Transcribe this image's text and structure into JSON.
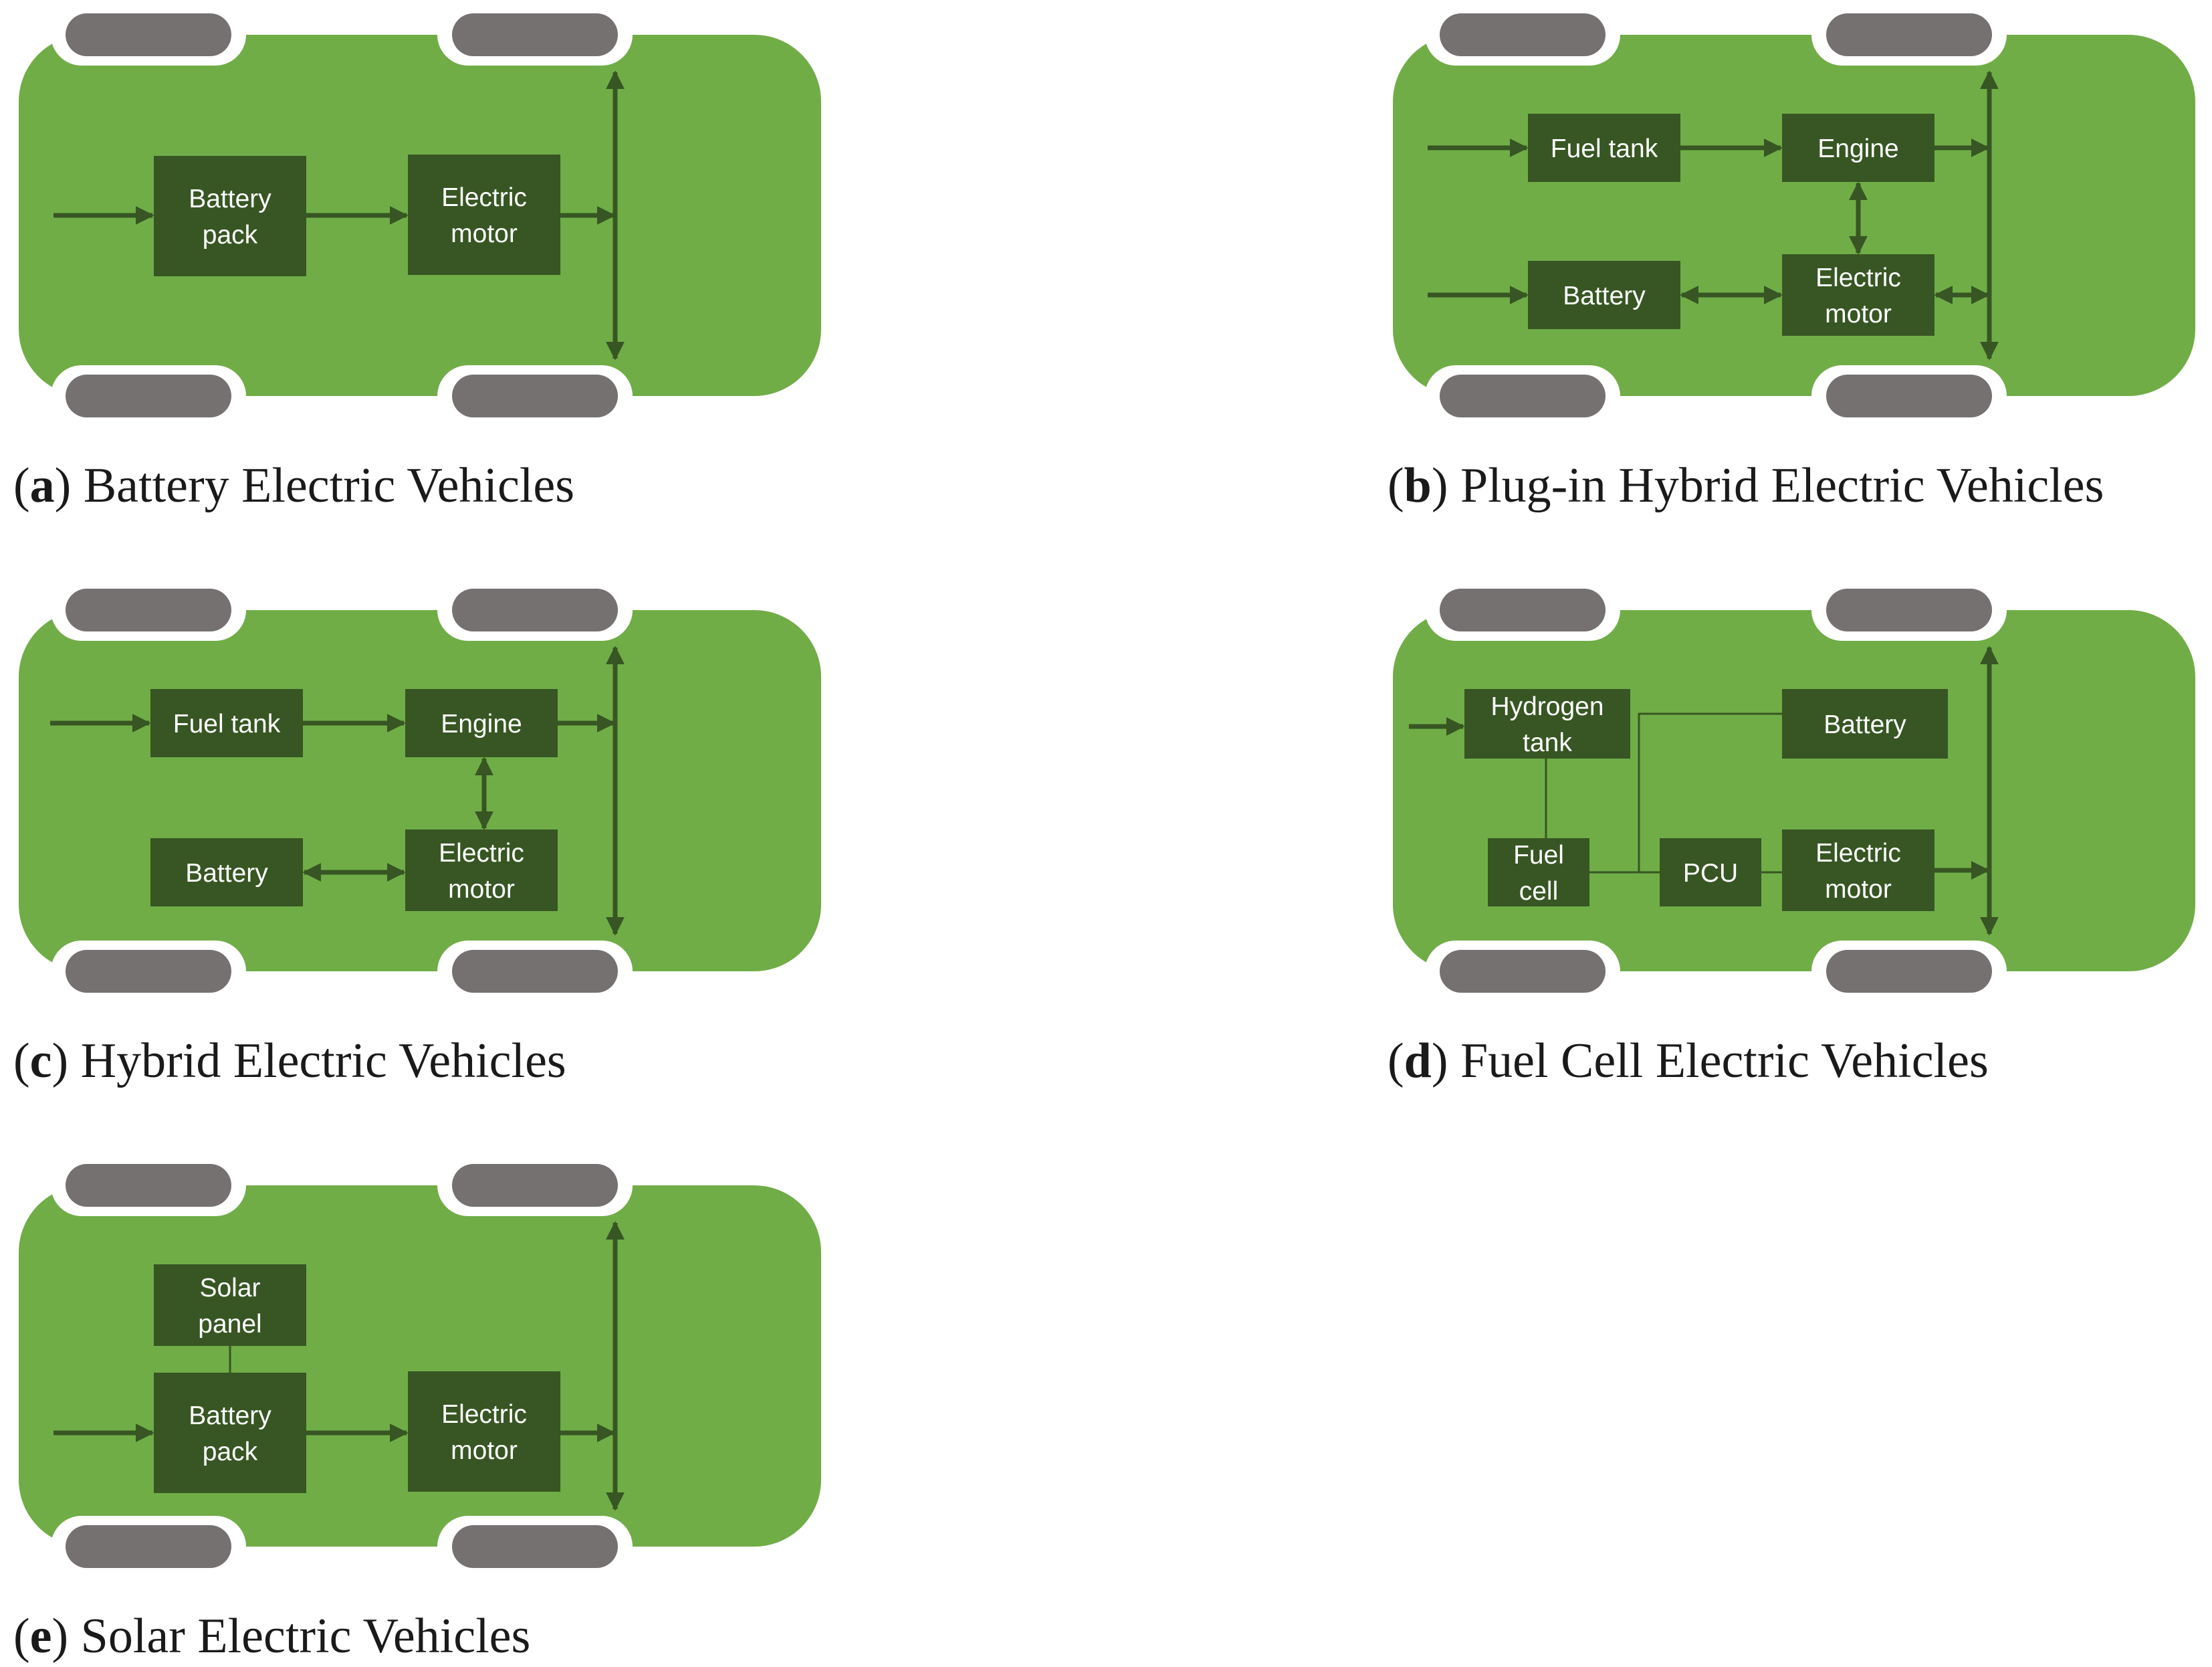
{
  "colors": {
    "car_body": "#70ad47",
    "block": "#375623",
    "arrow": "#375623",
    "wheel": "#767171",
    "text": "#ffffff"
  },
  "panels": [
    {
      "id": "a",
      "caption": {
        "letter": "a",
        "text": "Battery Electric Vehicles"
      },
      "blocks": [
        {
          "lines": [
            "Battery",
            "pack"
          ]
        },
        {
          "lines": [
            "Electric",
            "motor"
          ]
        }
      ]
    },
    {
      "id": "b",
      "caption": {
        "letter": "b",
        "text": "Plug-in Hybrid Electric Vehicles"
      },
      "blocks": [
        {
          "lines": [
            "Fuel tank"
          ]
        },
        {
          "lines": [
            "Engine"
          ]
        },
        {
          "lines": [
            "Battery"
          ]
        },
        {
          "lines": [
            "Electric",
            "motor"
          ]
        }
      ]
    },
    {
      "id": "c",
      "caption": {
        "letter": "c",
        "text": "Hybrid Electric Vehicles"
      },
      "blocks": [
        {
          "lines": [
            "Fuel tank"
          ]
        },
        {
          "lines": [
            "Engine"
          ]
        },
        {
          "lines": [
            "Battery"
          ]
        },
        {
          "lines": [
            "Electric",
            "motor"
          ]
        }
      ]
    },
    {
      "id": "d",
      "caption": {
        "letter": "d",
        "text": "Fuel Cell Electric Vehicles"
      },
      "blocks": [
        {
          "lines": [
            "Hydrogen",
            "tank"
          ]
        },
        {
          "lines": [
            "Battery"
          ]
        },
        {
          "lines": [
            "Fuel",
            "cell"
          ]
        },
        {
          "lines": [
            "PCU"
          ]
        },
        {
          "lines": [
            "Electric",
            "motor"
          ]
        }
      ]
    },
    {
      "id": "e",
      "caption": {
        "letter": "e",
        "text": "Solar Electric Vehicles"
      },
      "blocks": [
        {
          "lines": [
            "Solar",
            "panel"
          ]
        },
        {
          "lines": [
            "Battery",
            "pack"
          ]
        },
        {
          "lines": [
            "Electric",
            "motor"
          ]
        }
      ]
    }
  ]
}
